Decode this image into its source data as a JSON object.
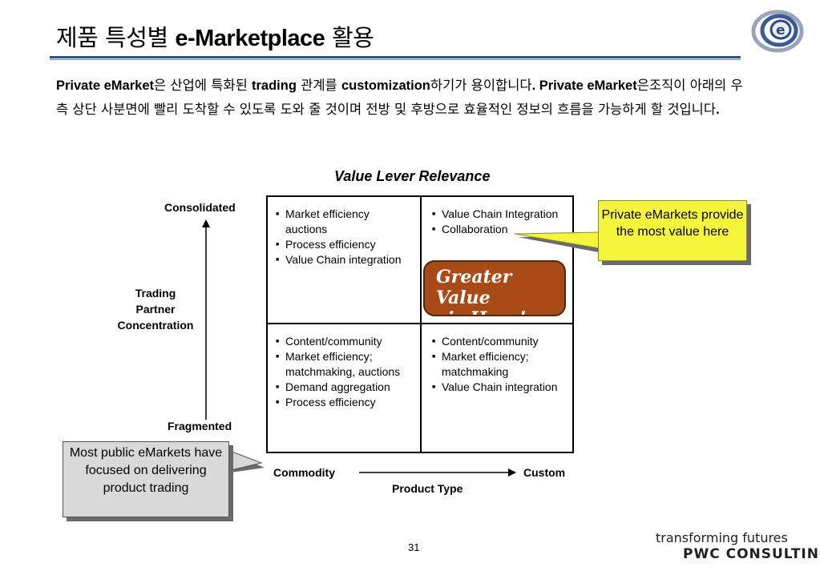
{
  "slide": {
    "title_korean_1": "제품 특성별 ",
    "title_bold": "e-Marketplace",
    "title_korean_2": " 활용",
    "intro": {
      "b1": "Private eMarket",
      "t1": "은 산업에 특화된 ",
      "b2": "trading",
      "t2": " 관계를 ",
      "b3": "customization",
      "t3": "하기가 용이합니다",
      "b4": ". Private eMarket",
      "t4": "은조직이 아래의 우측 상단 사분면에 빨리 도착할 수 있도록 도와 줄 것이며 전방 및 후방으로 효율적인 정보의 흐름을 가능하게 할 것입니다",
      "b5": "."
    },
    "page_number": "31"
  },
  "chart": {
    "title": "Value Lever Relevance",
    "y_axis": {
      "top": "Consolidated",
      "bottom": "Fragmented",
      "label": [
        "Trading",
        "Partner",
        "Concentration"
      ]
    },
    "x_axis": {
      "left": "Commodity",
      "right": "Custom",
      "label": "Product Type"
    },
    "quadrants": {
      "top_left": [
        "Market efficiency auctions",
        "Process efficiency",
        "Value Chain integration"
      ],
      "top_right": [
        "Value Chain Integration",
        "Collaboration"
      ],
      "bottom_left": [
        "Content/community",
        "Market efficiency; matchmaking, auctions",
        "Demand aggregation",
        "Process efficiency"
      ],
      "bottom_right": [
        "Content/community",
        "Market efficiency; matchmaking",
        "Value Chain integration"
      ]
    },
    "badge": {
      "line1": "Greater Value",
      "line2": "is Here!",
      "color": "#a94a17"
    }
  },
  "callouts": {
    "right": {
      "text": "Private eMarkets provide the most value here",
      "color": "#f5f53c"
    },
    "left": {
      "text": "Most public eMarkets have focused  on delivering product trading",
      "color": "#d9d9d9"
    }
  },
  "branding": {
    "line1": "transforming futures",
    "line2": "PWC CONSULTING",
    "logo_icon": "e-swirl-logo-icon"
  },
  "colors": {
    "title_rule": "#2d4f8e"
  }
}
